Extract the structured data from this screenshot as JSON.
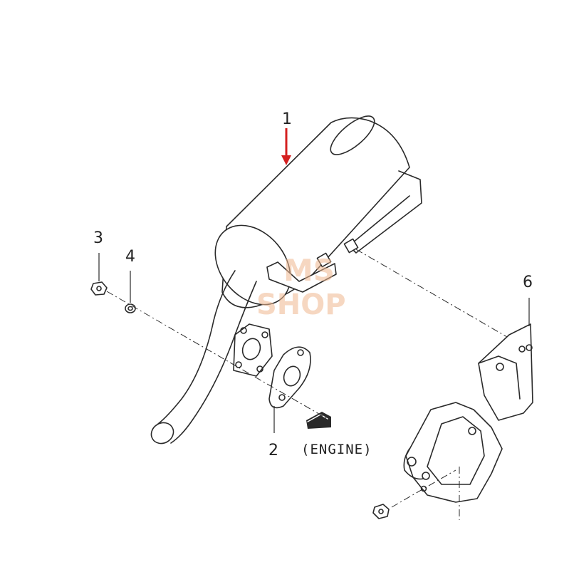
{
  "diagram": {
    "callouts": [
      {
        "id": "1",
        "label": "1"
      },
      {
        "id": "2",
        "label": "2"
      },
      {
        "id": "3",
        "label": "3"
      },
      {
        "id": "4",
        "label": "4"
      },
      {
        "id": "6",
        "label": "6"
      }
    ],
    "engine_label": "(ENGINE)",
    "watermark": {
      "line1": "MS",
      "line2": "SHOP"
    },
    "colors": {
      "line": "#2a2a2a",
      "arrow": "#d42020",
      "watermark": "#f0b890"
    }
  }
}
